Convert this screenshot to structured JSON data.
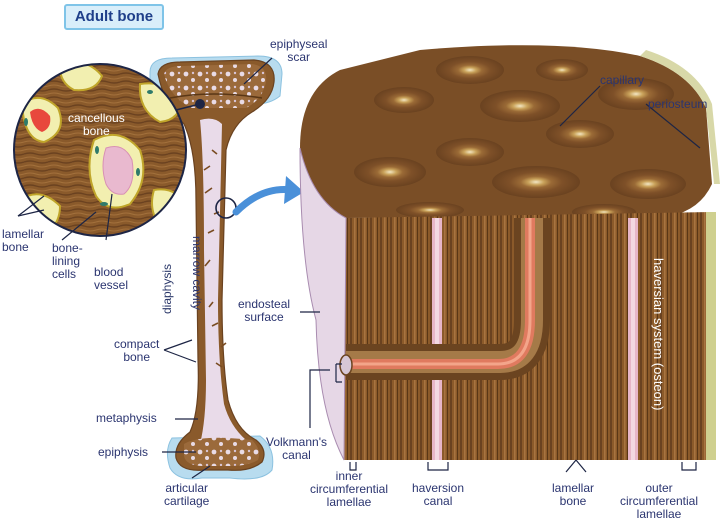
{
  "title": "Adult bone",
  "labels": {
    "epiphyseal_scar": "epiphyseal\nscar",
    "cancellous_bone": "cancellous\nbone",
    "lamellar_bone_inset": "lamellar\nbone",
    "bone_lining_cells": "bone-\nlining\ncells",
    "blood_vessel": "blood\nvessel",
    "diaphysis": "diaphysis",
    "marrow_cavity": "marrow cavity",
    "compact_bone": "compact\nbone",
    "metaphysis": "metaphysis",
    "epiphysis": "epiphysis",
    "articular_cartilage": "articular\ncartilage",
    "capillary": "capillary",
    "periosteum": "periosteum",
    "endosteal_surface": "endosteal\nsurface",
    "volkmanns_canal": "Volkmann's\ncanal",
    "inner_circumferential_lamellae": "inner\ncircumferential\nlamellae",
    "haversion_canal": "haversion\ncanal",
    "lamellar_bone": "lamellar\nbone",
    "outer_circumferential_lamellae": "outer\ncircumferential\nlamellae",
    "haversian_system": "haversian system (osteon)"
  },
  "colors": {
    "bone_brown": "#8a5a2b",
    "bone_dark": "#5e3a17",
    "marrow_pink": "#e8d6ea",
    "cartilage_blue": "#b8dcef",
    "vessel_red": "#e07a5f",
    "label_navy": "#2b3570",
    "arrow_blue": "#4a90d9"
  }
}
